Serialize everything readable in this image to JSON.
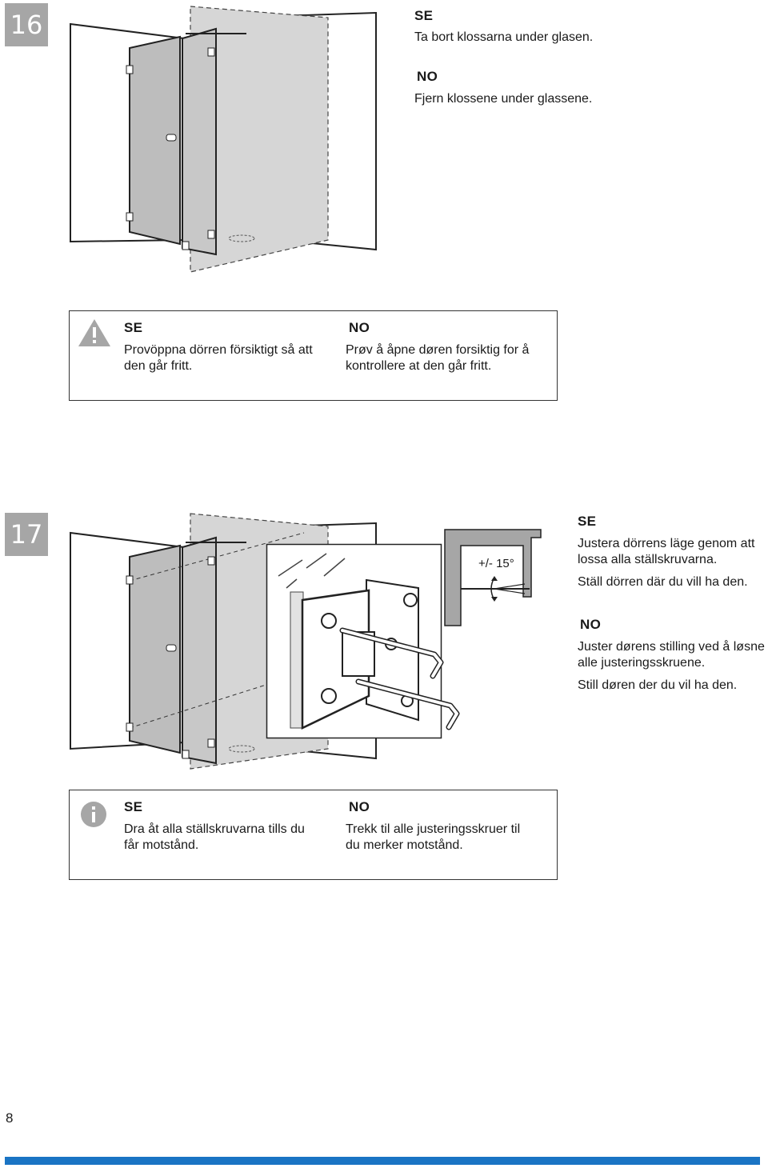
{
  "colors": {
    "accent_bar": "#1a74c4",
    "badge": "#a6a6a6",
    "glass": "#c8c8c8",
    "glass_dark": "#bdbdbd"
  },
  "step16": {
    "number": "16",
    "se_label": "SE",
    "se_text": "Ta bort klossarna under glasen.",
    "no_label": "NO",
    "no_text": "Fjern klossene under glassene."
  },
  "warning": {
    "icon": "warning-triangle-icon",
    "se_label": "SE",
    "se_line1": "Provöppna dörren försiktigt så att",
    "se_line2": "den går fritt.",
    "no_label": "NO",
    "no_line1": "Prøv å åpne døren forsiktig for å",
    "no_line2": "kontrollere at den går fritt."
  },
  "step17": {
    "number": "17",
    "angle_label": "+/- 15°",
    "se_label": "SE",
    "se_line1": "Justera dörrens läge genom att",
    "se_line2": "lossa alla ställskruvarna.",
    "se_line3": "Ställ dörren där du vill ha den.",
    "no_label": "NO",
    "no_line1": "Juster dørens stilling ved å løsne",
    "no_line2": "alle justeringsskruene.",
    "no_line3": "Still døren der du vil ha den."
  },
  "info": {
    "icon": "info-icon",
    "se_label": "SE",
    "se_line1": "Dra åt alla ställskruvarna tills du",
    "se_line2": "får motstånd.",
    "no_label": "NO",
    "no_line1": "Trekk til alle justeringsskruer til",
    "no_line2": "du merker motstånd."
  },
  "footer": {
    "page_number": "8"
  }
}
